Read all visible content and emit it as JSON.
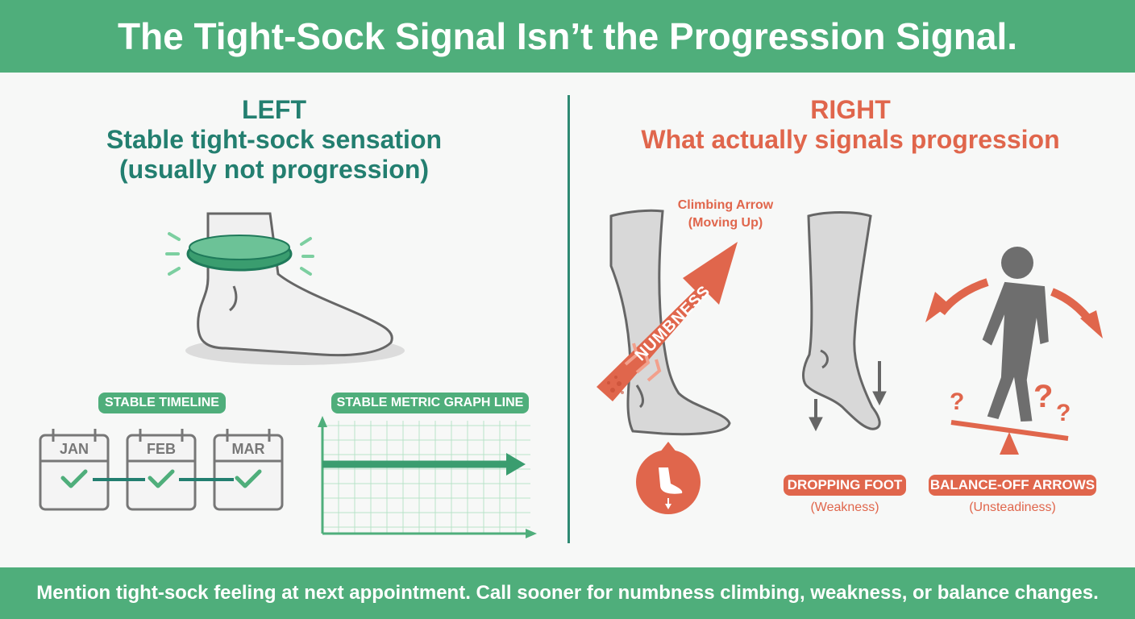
{
  "title": "The Tight-Sock Signal Isn’t the Progression Signal.",
  "left": {
    "heading": "LEFT",
    "subheading_line1": "Stable tight-sock sensation",
    "subheading_line2": "(usually not progression)",
    "timeline_label": "STABLE TIMELINE",
    "months": [
      "JAN",
      "FEB",
      "MAR"
    ],
    "graph_label": "STABLE METRIC GRAPH LINE"
  },
  "right": {
    "heading": "RIGHT",
    "subheading": "What actually signals progression",
    "climbing_arrow_line1": "Climbing Arrow",
    "climbing_arrow_line2": "(Moving Up)",
    "arrow_text": "NUMBNESS",
    "dropping_foot_label": "DROPPING FOOT",
    "dropping_foot_sub": "(Weakness)",
    "balance_label": "BALANCE-OFF ARROWS",
    "balance_sub": "(Unsteadiness)"
  },
  "footer": "Mention tight-sock feeling at next appointment. Call sooner for numbness climbing, weakness, or balance changes.",
  "colors": {
    "green": "#4fae7b",
    "teal": "#237f70",
    "orange": "#e0664c",
    "gray": "#6e6e6e"
  }
}
